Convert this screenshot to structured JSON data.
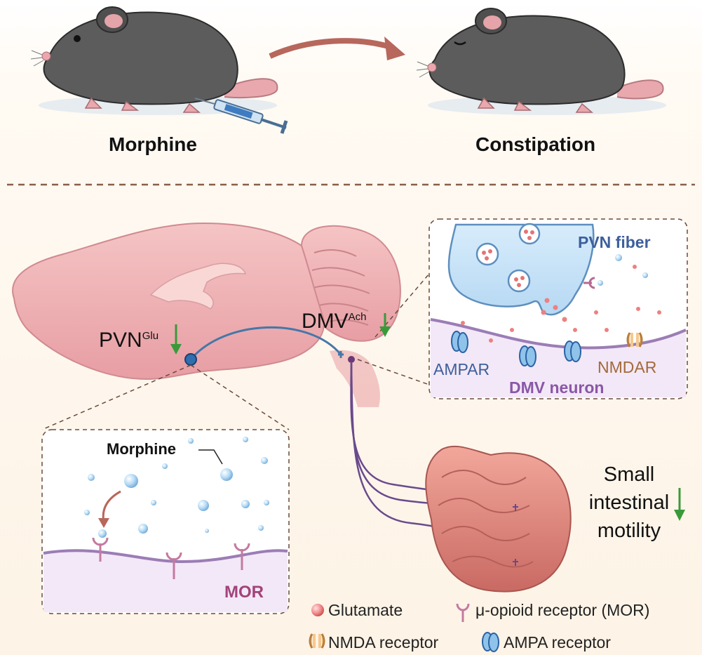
{
  "top": {
    "left_caption": "Morphine",
    "right_caption": "Constipation"
  },
  "brain": {
    "pvn_label": "PVN",
    "pvn_sup": "Glu",
    "dmv_label": "DMV",
    "dmv_sup": "Ach"
  },
  "synapse_box": {
    "fiber_label": "PVN fiber",
    "ampar_label": "AMPAR",
    "nmdar_label": "NMDAR",
    "neuron_label": "DMV neuron"
  },
  "mor_box": {
    "morphine_label": "Morphine",
    "mor_label": "MOR"
  },
  "intestine": {
    "line1": "Small",
    "line2": "intestinal",
    "line3": "motility"
  },
  "legend": {
    "glutamate": "Glutamate",
    "mor_receptor": "μ-opioid receptor (MOR)",
    "nmda": "NMDA receptor",
    "ampa": "AMPA receptor"
  },
  "colors": {
    "decrease_arrow": "#3a9a3a",
    "mouse": "#5c5c5c",
    "brain": "#efb4b8",
    "pvn_fiber_text": "#3d5f9c",
    "mor_text": "#a2437a",
    "nmdar_text": "#a26a3a",
    "dmv_neuron_text": "#8a57a8"
  }
}
